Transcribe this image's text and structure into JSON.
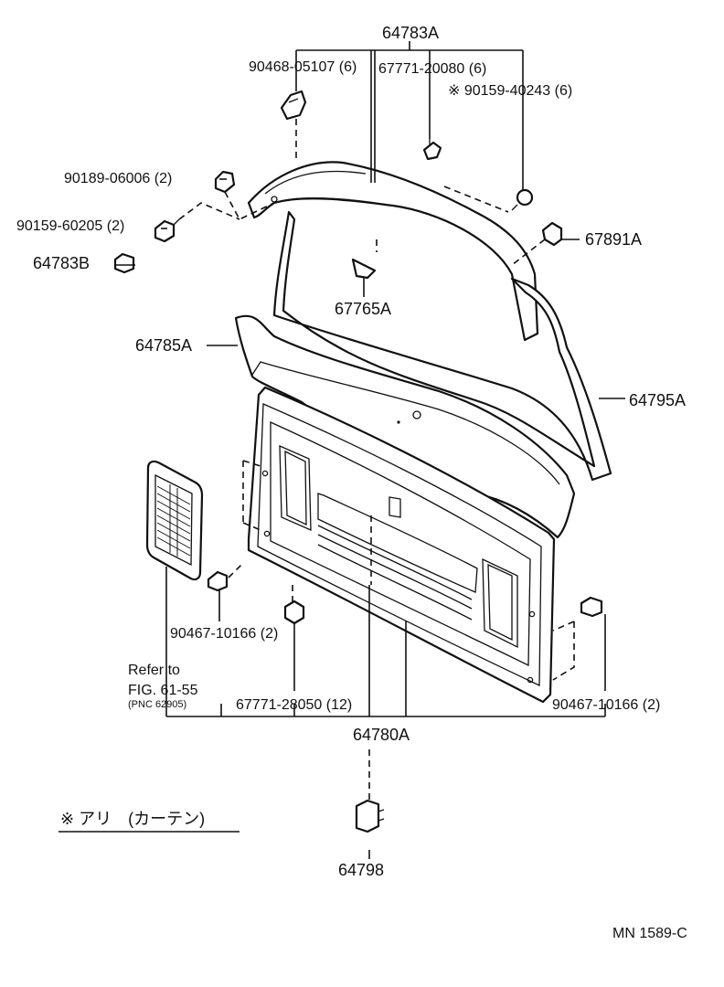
{
  "labels": {
    "p64783A": "64783A",
    "p90468": "90468-05107 (6)",
    "p67771a": "67771-20080 (6)",
    "p90159a": "※ 90159-40243 (6)",
    "p90189": "90189-06006 (2)",
    "p90159b": "90159-60205 (2)",
    "p64783B": "64783B",
    "p67891A": "67891A",
    "p67765A": "67765A",
    "p64785A": "64785A",
    "p64795A": "64795A",
    "p90467a": "90467-10166 (2)",
    "refer_to": "Refer to",
    "fig": "FIG. 61-55",
    "pnc": "(PNC 62905)",
    "p67771b": "67771-28050 (12)",
    "p90467b": "90467-10166 (2)",
    "p64780A": "64780A",
    "note": "※ アリ　(カーテン)",
    "p64798": "64798",
    "code": "MN  1589-C"
  }
}
